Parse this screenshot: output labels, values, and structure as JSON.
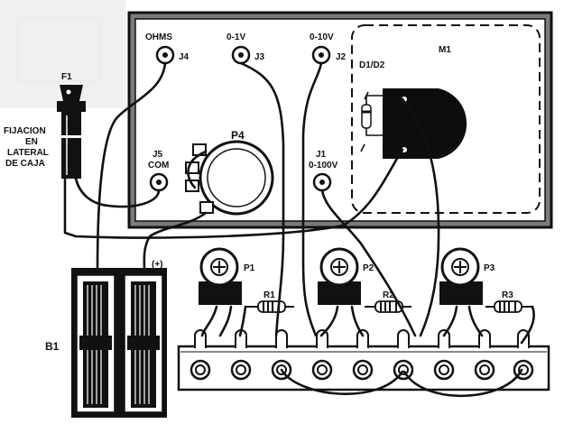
{
  "labels": {
    "j4_name": "OHMS",
    "j4_id": "J4",
    "j3_name": "0-1V",
    "j3_id": "J3",
    "j2_name": "0-10V",
    "j2_id": "J2",
    "j1_id": "J1",
    "j1_name": "0-100V",
    "j5_id": "J5",
    "j5_name": "COM",
    "meter_id": "M1",
    "diodes": "D1/D2",
    "pot_main": "P4",
    "fuse": "F1",
    "fix_line1": "FIJACION",
    "fix_line2": "EN",
    "fix_line3": "LATERAL",
    "fix_line4": "DE CAJA",
    "battery": "B1",
    "battery_plus": "(+)",
    "trim1": "P1",
    "trim2": "P2",
    "trim3": "P3",
    "res1": "R1",
    "res2": "R2",
    "res3": "R3"
  },
  "colors": {
    "ink": "#111111",
    "panel": "#7a7a7a",
    "paper": "#ffffff",
    "meter": "#0d0d0d"
  }
}
